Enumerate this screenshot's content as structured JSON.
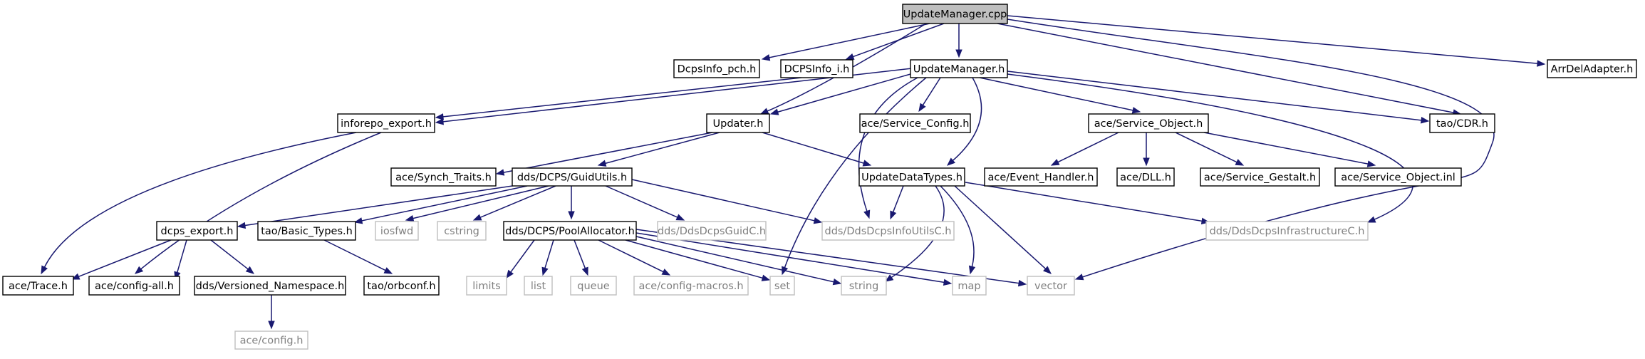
{
  "graph": {
    "nodes": [
      {
        "id": "n0",
        "label": "UpdateManager.cpp",
        "style": "root"
      },
      {
        "id": "n1",
        "label": "DcpsInfo_pch.h",
        "style": "normal"
      },
      {
        "id": "n2",
        "label": "DCPSInfo_i.h",
        "style": "normal"
      },
      {
        "id": "n3",
        "label": "UpdateManager.h",
        "style": "normal"
      },
      {
        "id": "n4",
        "label": "ArrDelAdapter.h",
        "style": "normal"
      },
      {
        "id": "n5",
        "label": "inforepo_export.h",
        "style": "normal"
      },
      {
        "id": "n6",
        "label": "Updater.h",
        "style": "normal"
      },
      {
        "id": "n7",
        "label": "ace/Service_Config.h",
        "style": "normal"
      },
      {
        "id": "n8",
        "label": "ace/Service_Object.h",
        "style": "normal"
      },
      {
        "id": "n9",
        "label": "tao/CDR.h",
        "style": "normal"
      },
      {
        "id": "n10",
        "label": "ace/Synch_Traits.h",
        "style": "normal"
      },
      {
        "id": "n11",
        "label": "dds/DCPS/GuidUtils.h",
        "style": "normal"
      },
      {
        "id": "n12",
        "label": "UpdateDataTypes.h",
        "style": "normal"
      },
      {
        "id": "n13",
        "label": "ace/Event_Handler.h",
        "style": "normal"
      },
      {
        "id": "n14",
        "label": "ace/DLL.h",
        "style": "normal"
      },
      {
        "id": "n15",
        "label": "ace/Service_Gestalt.h",
        "style": "normal"
      },
      {
        "id": "n16",
        "label": "ace/Service_Object.inl",
        "style": "normal"
      },
      {
        "id": "n17",
        "label": "dcps_export.h",
        "style": "normal"
      },
      {
        "id": "n18",
        "label": "tao/Basic_Types.h",
        "style": "normal"
      },
      {
        "id": "n19",
        "label": "iosfwd",
        "style": "missing"
      },
      {
        "id": "n20",
        "label": "cstring",
        "style": "missing"
      },
      {
        "id": "n21",
        "label": "dds/DCPS/PoolAllocator.h",
        "style": "normal"
      },
      {
        "id": "n22",
        "label": "dds/DdsDcpsGuidC.h",
        "style": "missing"
      },
      {
        "id": "n23",
        "label": "dds/DdsDcpsInfoUtilsC.h",
        "style": "missing"
      },
      {
        "id": "n24",
        "label": "dds/DdsDcpsInfrastructureC.h",
        "style": "missing"
      },
      {
        "id": "n25",
        "label": "ace/Trace.h",
        "style": "normal"
      },
      {
        "id": "n26",
        "label": "ace/config-all.h",
        "style": "normal"
      },
      {
        "id": "n27",
        "label": "dds/Versioned_Namespace.h",
        "style": "normal"
      },
      {
        "id": "n28",
        "label": "tao/orbconf.h",
        "style": "normal"
      },
      {
        "id": "n29",
        "label": "limits",
        "style": "missing"
      },
      {
        "id": "n30",
        "label": "list",
        "style": "missing"
      },
      {
        "id": "n31",
        "label": "queue",
        "style": "missing"
      },
      {
        "id": "n32",
        "label": "ace/config-macros.h",
        "style": "missing"
      },
      {
        "id": "n33",
        "label": "set",
        "style": "missing"
      },
      {
        "id": "n34",
        "label": "string",
        "style": "missing"
      },
      {
        "id": "n35",
        "label": "map",
        "style": "missing"
      },
      {
        "id": "n36",
        "label": "vector",
        "style": "missing"
      },
      {
        "id": "n37",
        "label": "ace/config.h",
        "style": "missing"
      }
    ]
  }
}
